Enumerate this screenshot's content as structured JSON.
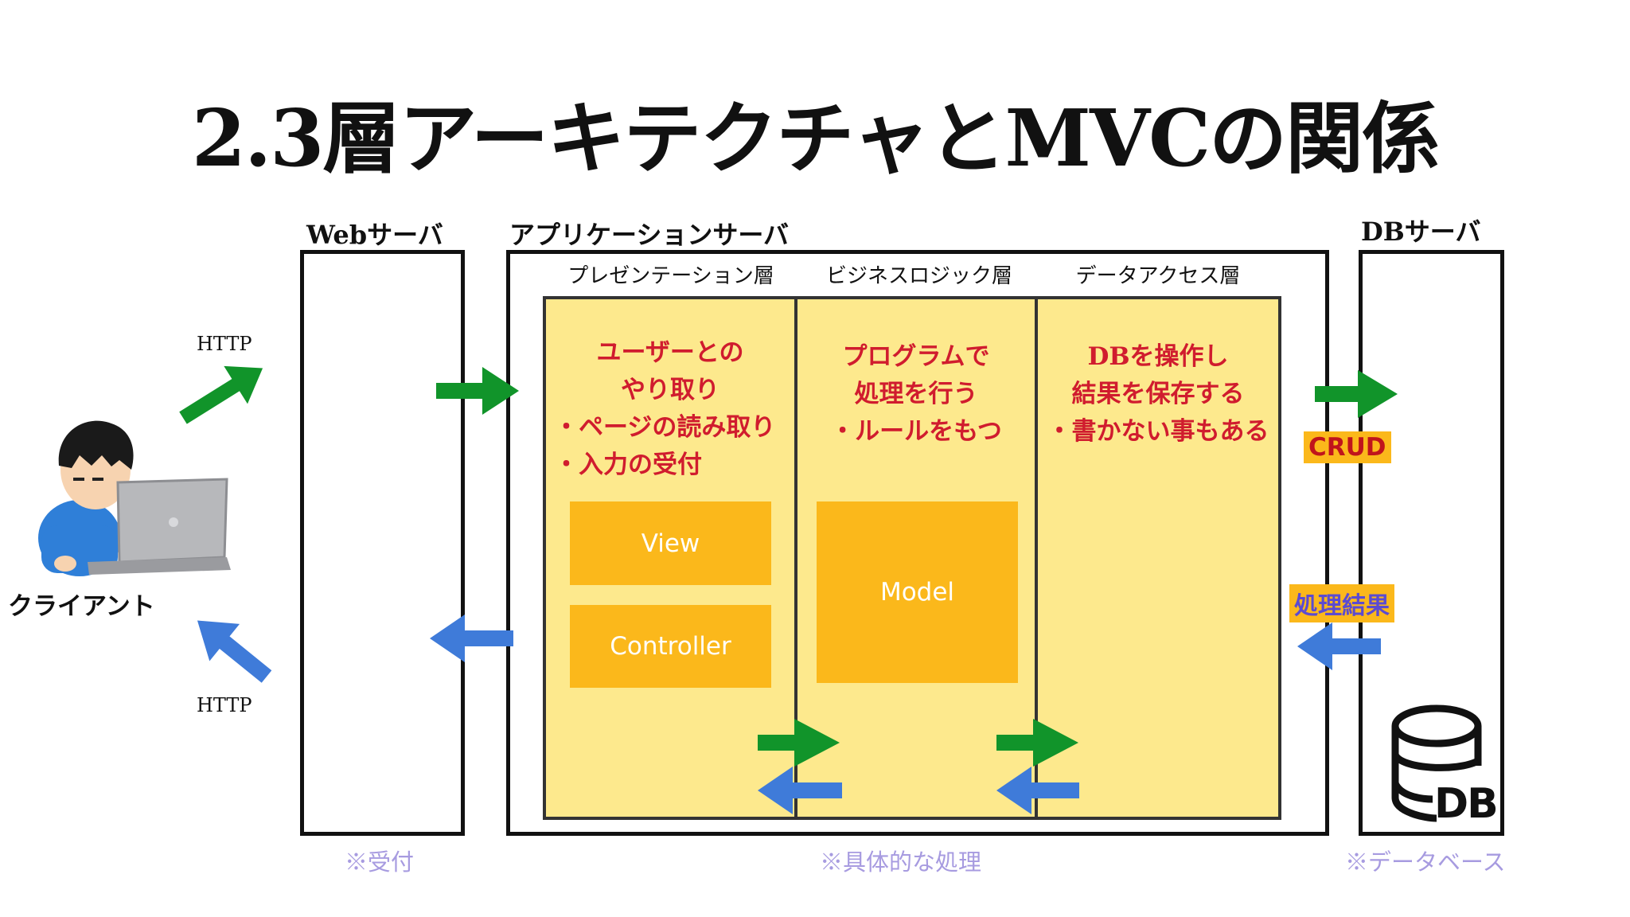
{
  "title": "2.3層アーキテクチャとMVCの関係",
  "client": {
    "label": "クライアント"
  },
  "http_top": "HTTP",
  "http_bottom": "HTTP",
  "web_server": {
    "label": "Webサーバ",
    "note": "※受付"
  },
  "app_server": {
    "label": "アプリケーションサーバ",
    "note": "※具体的な処理"
  },
  "db_server": {
    "label": "DBサーバ",
    "note": "※データベース",
    "db_icon_text": "DB"
  },
  "layers": {
    "presentation": {
      "label": "プレゼンテーション層",
      "lines": [
        "ユーザーとの",
        "やり取り",
        "・ページの読み取り",
        "・入力の受付"
      ],
      "blocks": [
        "View",
        "Controller"
      ]
    },
    "business": {
      "label": "ビジネスロジック層",
      "lines": [
        "プログラムで",
        "処理を行う",
        "・ルールをもつ"
      ],
      "blocks": [
        "Model"
      ]
    },
    "data_access": {
      "label": "データアクセス層",
      "lines": [
        "DBを操作し",
        "結果を保存する",
        "・書かない事もある"
      ]
    }
  },
  "crud_tag": "CRUD",
  "result_tag": "処理結果",
  "colors": {
    "green_arrow": "#11942a",
    "blue_arrow": "#3f7bd9",
    "panel": "#fde98d",
    "block": "#fbb81b",
    "red_text": "#d01c2e",
    "note": "#a79be0",
    "result_text": "#5b4bd1",
    "crud_text": "#c0141c"
  }
}
